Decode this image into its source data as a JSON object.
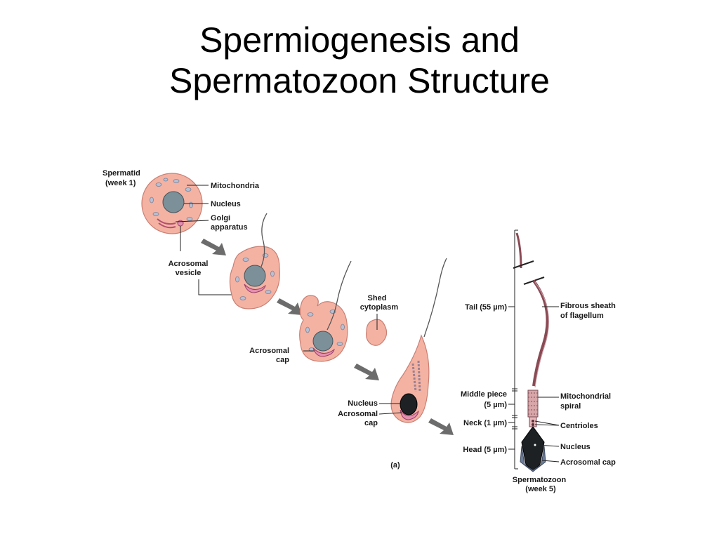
{
  "title": {
    "line1": "Spermiogenesis and",
    "line2": "Spermatozoon Structure"
  },
  "figure": {
    "stage_label": {
      "line1": "Spermatid",
      "line2": "(week 1)"
    },
    "cell_labels": {
      "mitochondria": "Mitochondria",
      "nucleus": "Nucleus",
      "golgi_line1": "Golgi",
      "golgi_line2": "apparatus",
      "acrosomal_vesicle_line1": "Acrosomal",
      "acrosomal_vesicle_line2": "vesicle",
      "shed_cytoplasm_line1": "Shed",
      "shed_cytoplasm_line2": "cytoplasm",
      "acrosomal_cap_line1": "Acrosomal",
      "acrosomal_cap_line2": "cap",
      "late_nucleus": "Nucleus",
      "late_acrosomal_cap_line1": "Acrosomal",
      "late_acrosomal_cap_line2": "cap"
    },
    "panel_label": "(a)",
    "sperm_left_labels": {
      "tail": "Tail (55 µm)",
      "middle_piece_line1": "Middle piece",
      "middle_piece_line2": "(5 µm)",
      "neck": "Neck (1 µm)",
      "head": "Head (5 µm)"
    },
    "sperm_right_labels": {
      "fibrous_line1": "Fibrous sheath",
      "fibrous_line2": "of flagellum",
      "mito_spiral_line1": "Mitochondrial",
      "mito_spiral_line2": "spiral",
      "centrioles": "Centrioles",
      "nucleus": "Nucleus",
      "acrosomal_cap": "Acrosomal cap"
    },
    "spermatozoon_label": {
      "line1": "Spermatozoon",
      "line2": "(week 5)"
    },
    "colors": {
      "cytoplasm": "#f4b2a3",
      "nucleus": "#7b9099",
      "acrosome": "#e58fb0",
      "mitochondria": "#b8bfd2"
    }
  }
}
